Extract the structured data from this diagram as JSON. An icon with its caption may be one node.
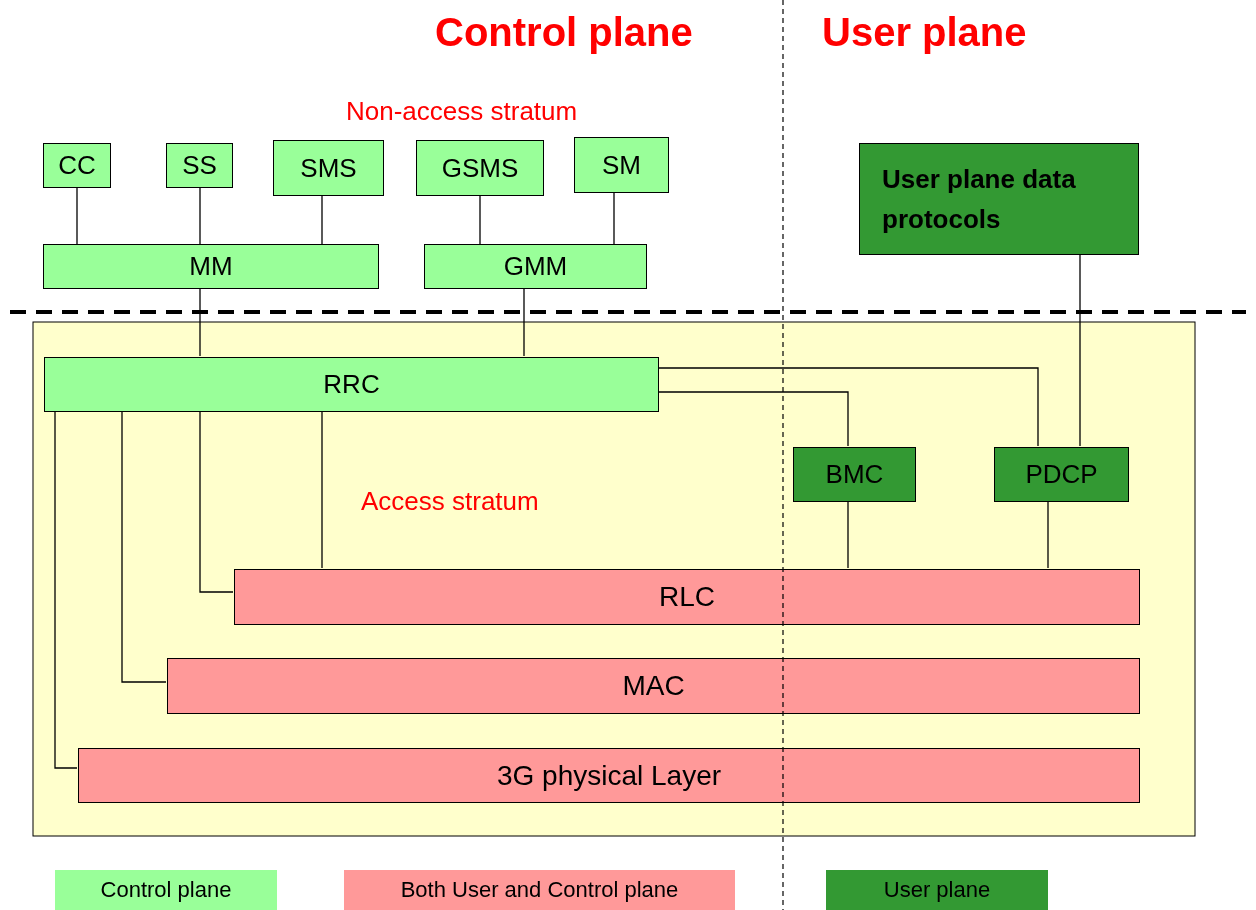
{
  "diagram": {
    "nodes": [
      {
        "text": [
          "CC"
        ]
      },
      {
        "text": [
          "SS"
        ]
      },
      {
        "text": [
          "SMS"
        ]
      },
      {
        "text": [
          "GSMS"
        ]
      },
      {
        "text": [
          "SM"
        ]
      },
      {
        "text": [
          "User plane data protocols"
        ]
      },
      {
        "text": [
          "MM"
        ]
      },
      {
        "text": [
          "GMM"
        ]
      },
      {
        "text": [
          "Access stratum"
        ]
      },
      {
        "text": [
          "RRC"
        ],
        "in": 8
      },
      {
        "text": [
          "BMC"
        ],
        "in": 8
      },
      {
        "text": [
          "PDCP"
        ],
        "in": 8
      },
      {
        "text": [
          "RLC"
        ],
        "in": 8
      },
      {
        "text": [
          "MAC"
        ],
        "in": 8
      },
      {
        "text": [
          "3G physical Layer"
        ],
        "in": 8
      }
    ],
    "edges": [
      {
        "from": 0,
        "to": 6,
        "arrow": "none"
      },
      {
        "from": 1,
        "to": 6,
        "arrow": "none"
      },
      {
        "from": 2,
        "to": 6,
        "arrow": "none"
      },
      {
        "from": 3,
        "to": 7,
        "arrow": "none"
      },
      {
        "from": 4,
        "to": 7,
        "arrow": "none"
      },
      {
        "from": 6,
        "to": 9,
        "arrow": "none"
      },
      {
        "from": 7,
        "to": 9,
        "arrow": "none"
      },
      {
        "from": 5,
        "to": 11,
        "arrow": "none"
      },
      {
        "from": 9,
        "to": 11,
        "arrow": "none"
      },
      {
        "from": 9,
        "to": 10,
        "arrow": "none"
      },
      {
        "from": 9,
        "to": 12,
        "arrow": "none"
      },
      {
        "from": 9,
        "to": 12,
        "arrow": "none"
      },
      {
        "from": 9,
        "to": 13,
        "arrow": "none"
      },
      {
        "from": 9,
        "to": 14,
        "arrow": "none"
      },
      {
        "from": 10,
        "to": 12,
        "arrow": "none"
      },
      {
        "from": 11,
        "to": 12,
        "arrow": "none"
      }
    ],
    "labels": [
      "Control plane",
      "User plane",
      "Non-access stratum"
    ],
    "legend": [
      {
        "text": "Control plane",
        "color": "#99ff99"
      },
      {
        "text": "Both User and Control plane",
        "color": "#ff9999"
      },
      {
        "text": "User plane",
        "color": "#339933"
      }
    ]
  }
}
